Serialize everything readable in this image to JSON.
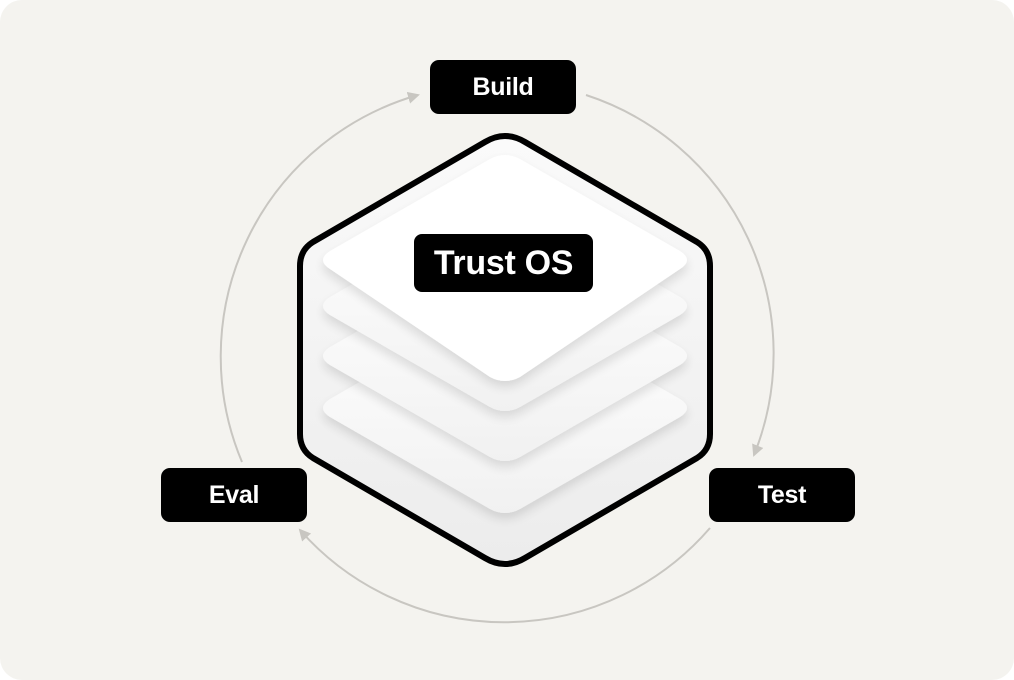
{
  "diagram": {
    "title": "Trust OS",
    "stages": {
      "build": "Build",
      "test": "Test",
      "eval": "Eval"
    }
  },
  "colors": {
    "background": "#f4f3ef",
    "label_fill": "#000000",
    "label_text": "#ffffff",
    "cycle_line": "#c8c6c1",
    "hexagon_stroke": "#000000",
    "layer_fill": "#ffffff"
  }
}
